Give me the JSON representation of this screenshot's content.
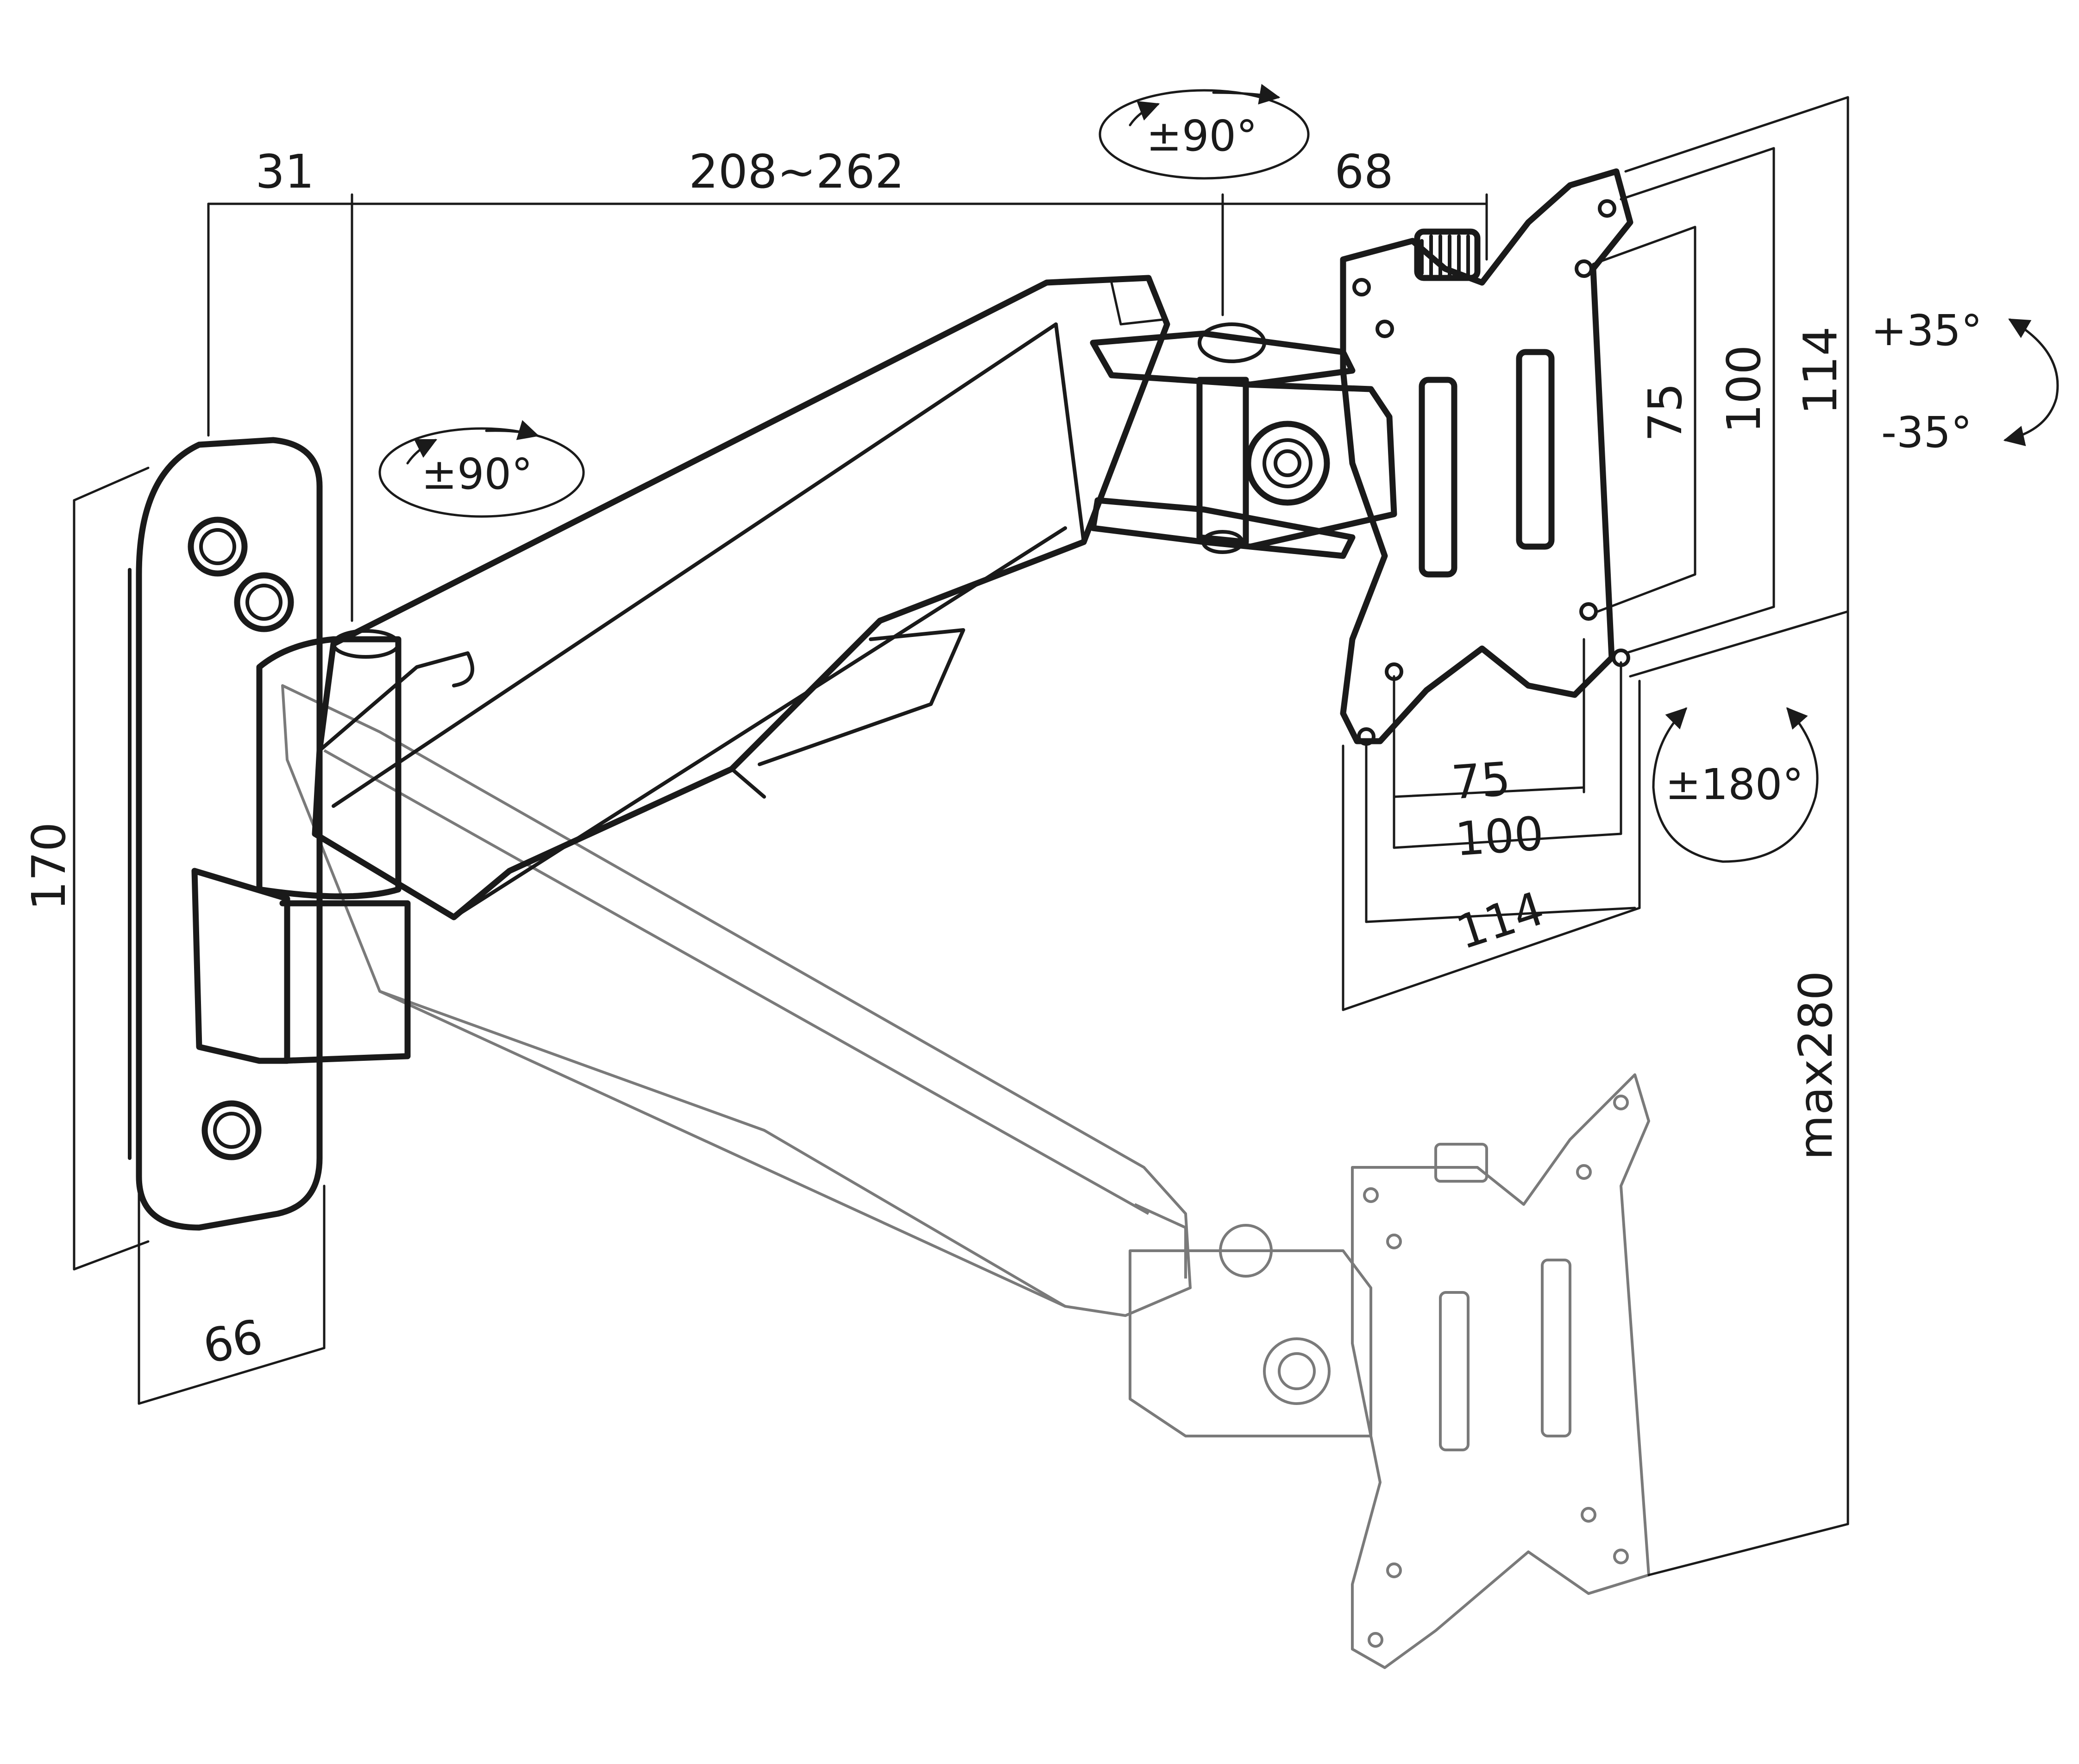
{
  "dimensions": {
    "wall_offset": "31",
    "arm_length": "208~262",
    "head_offset": "68",
    "plate_height": "170",
    "plate_width": "66",
    "vesa_v_small": "75",
    "vesa_v_medium": "100",
    "vesa_v_large": "114",
    "vesa_h_small": "75",
    "vesa_h_medium": "100",
    "vesa_h_large": "114",
    "height_range": "max280"
  },
  "rotations": {
    "arm_swivel": "±90°",
    "head_swivel": "±90°",
    "tilt_up": "+35°",
    "tilt_down": "-35°",
    "screen_rotation": "±180°"
  },
  "colors": {
    "line": "#1a1a1a",
    "ghost": "#7a7a7a",
    "background": "#ffffff"
  }
}
